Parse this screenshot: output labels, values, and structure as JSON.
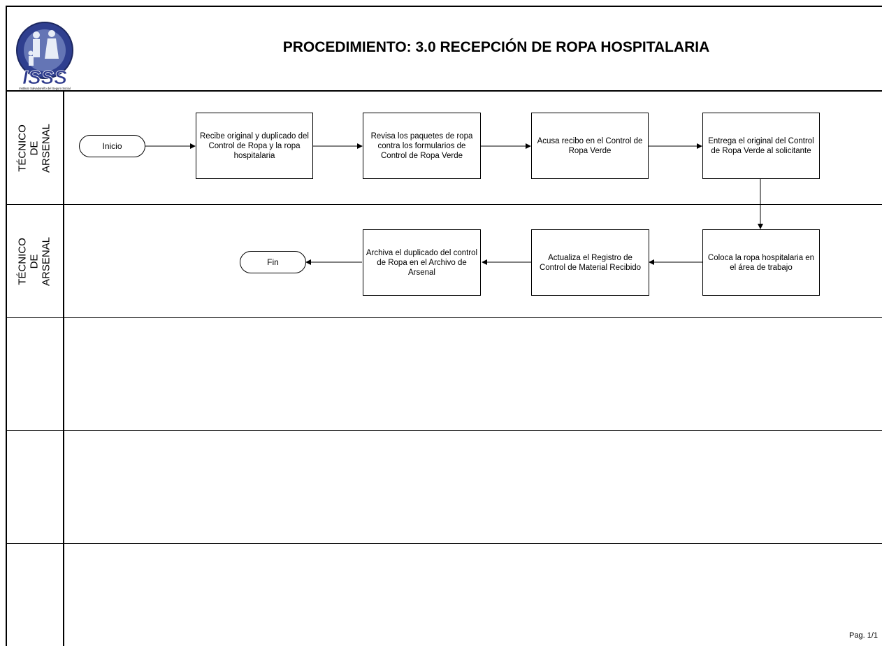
{
  "header": {
    "title": "PROCEDIMIENTO: 3.0 RECEPCIÓN DE ROPA HOSPITALARIA",
    "logo_text": "ISSS",
    "logo_subtitle": "Instituto Salvadoreño del Seguro Social"
  },
  "lanes": [
    {
      "label": "TÉCNICO DE ARSENAL"
    },
    {
      "label": "TÉCNICO DE ARSENAL"
    },
    {
      "label": ""
    },
    {
      "label": ""
    },
    {
      "label": ""
    }
  ],
  "flow": {
    "start": "Inicio",
    "end": "Fin",
    "steps": [
      "Recibe original y duplicado del Control de Ropa y la ropa hospitalaria",
      "Revisa los paquetes de ropa contra los formularios de Control de Ropa Verde",
      "Acusa recibo en el Control de Ropa Verde",
      "Entrega el original del Control de Ropa Verde al solicitante",
      "Coloca la ropa hospitalaria en el área de trabajo",
      "Actualiza el Registro de Control de Material Recibido",
      "Archiva el duplicado del control de Ropa en el Archivo de Arsenal"
    ]
  },
  "footer": {
    "page": "Pag. 1/1"
  }
}
